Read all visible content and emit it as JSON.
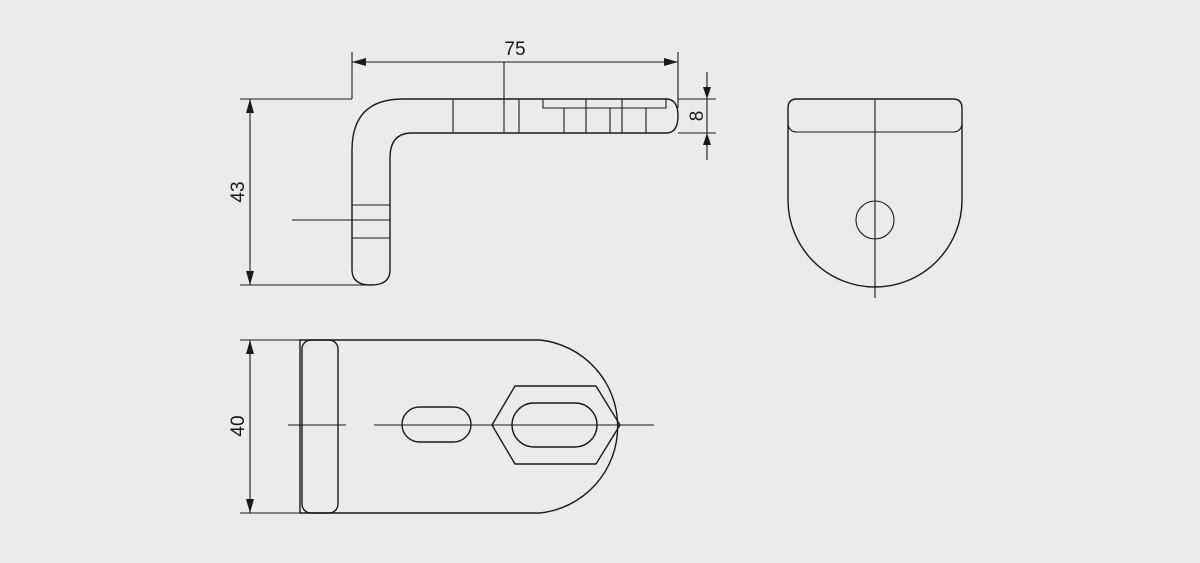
{
  "colors": {
    "background": "#ebebeb",
    "stroke": "#1a1a1a"
  },
  "dimensions": {
    "length": "75",
    "height": "43",
    "thickness": "8",
    "width": "40"
  }
}
